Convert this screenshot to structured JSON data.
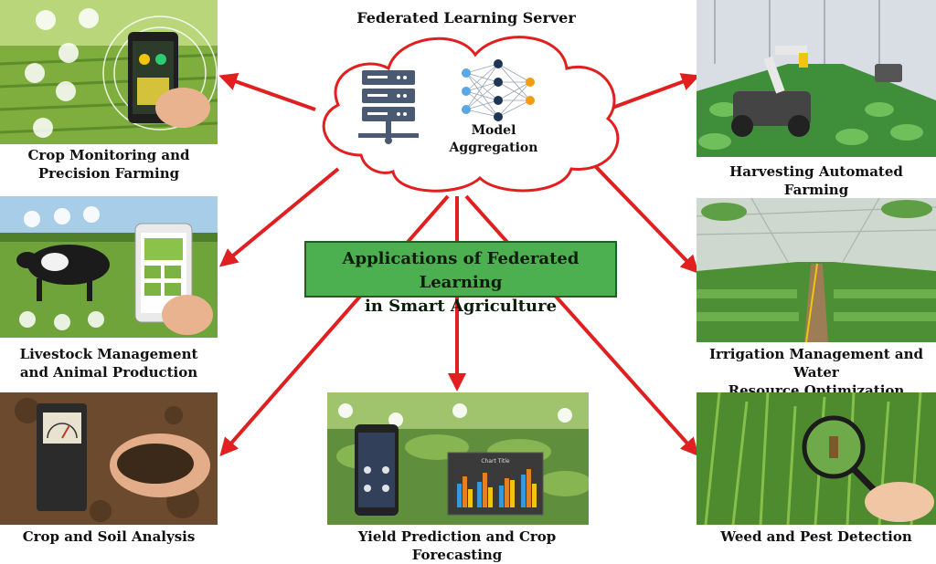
{
  "server": {
    "title": "Federated Learning Server",
    "aggregation_line1": "Model",
    "aggregation_line2": "Aggregation"
  },
  "center": {
    "line1": "Applications of Federated Learning",
    "line2": "in Smart Agriculture"
  },
  "applications": {
    "crop_monitoring": {
      "line1": "Crop Monitoring and",
      "line2": "Precision Farming"
    },
    "livestock": {
      "line1": "Livestock Management",
      "line2": "and Animal Production"
    },
    "soil": {
      "line1": "Crop and Soil Analysis"
    },
    "yield": {
      "line1": "Yield Prediction and Crop Forecasting"
    },
    "harvesting": {
      "line1": "Harvesting Automated Farming"
    },
    "irrigation": {
      "line1": "Irrigation Management and Water",
      "line2": "Resource Optimization"
    },
    "weed": {
      "line1": "Weed and Pest Detection"
    }
  },
  "chart_inset": {
    "title": "Chart Title"
  },
  "colors": {
    "arrow": "#e02020",
    "cloud_stroke": "#e02020",
    "center_fill": "#4caf50",
    "server_icon": "#4a5a72",
    "node_blue": "#5aa7e6",
    "node_navy": "#1d3557",
    "node_orange": "#f39c12"
  }
}
